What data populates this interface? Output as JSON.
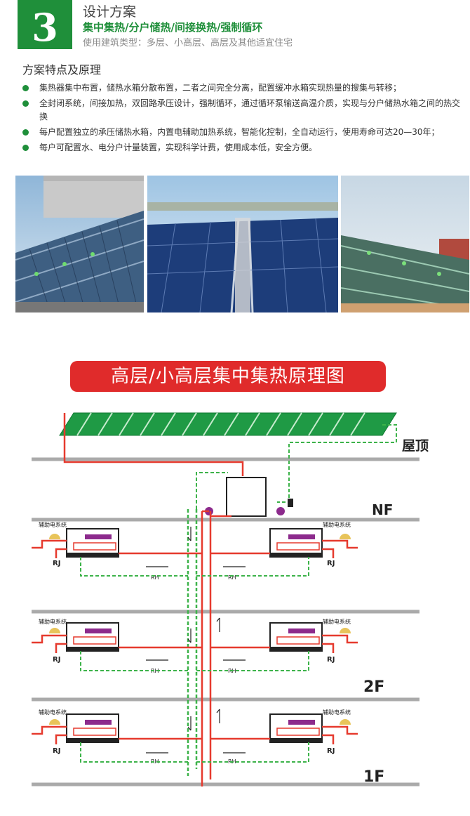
{
  "header": {
    "number": "3",
    "title": "设计方案",
    "subtitle": "集中集热/分户储热/间接换热/强制循环",
    "building_type": "使用建筑类型：多层、小高层、高层及其他适宜住宅"
  },
  "section": {
    "title": "方案特点及原理",
    "features": [
      "集热器集中布置，储热水箱分散布置，二者之间完全分离，配置缓冲水箱实现热量的搜集与转移；",
      "全封闭系统，间接加热，双回路承压设计，强制循环，通过循环泵输送高温介质，实现与分户储热水箱之间的热交换",
      "每户配置独立的承压储热水箱，内置电辅助加热系统，智能化控制，全自动运行，使用寿命可达20—30年；",
      "每户可配置水、电分户计量装置，实现科学计费，使用成本低，安全方便。"
    ]
  },
  "photos": [
    {
      "icon": "solar-tube-collector-photo"
    },
    {
      "icon": "flat-plate-collector-photo"
    },
    {
      "icon": "rooftop-collector-array-photo"
    }
  ],
  "diagram": {
    "title": "高层/小高层集中集热原理图",
    "roof_label": "屋顶",
    "floor_labels": {
      "nf": "NF",
      "f2": "2F",
      "f1": "1F"
    },
    "unit_label": "辅助电系统",
    "rj_label": "RJ",
    "rh_label": "RH",
    "colors": {
      "hot": "#e63a2e",
      "cold": "#3db34a",
      "collector": "#1f9a45",
      "floor": "#aaaaaa",
      "tank_purple": "#8c2a8c"
    }
  }
}
